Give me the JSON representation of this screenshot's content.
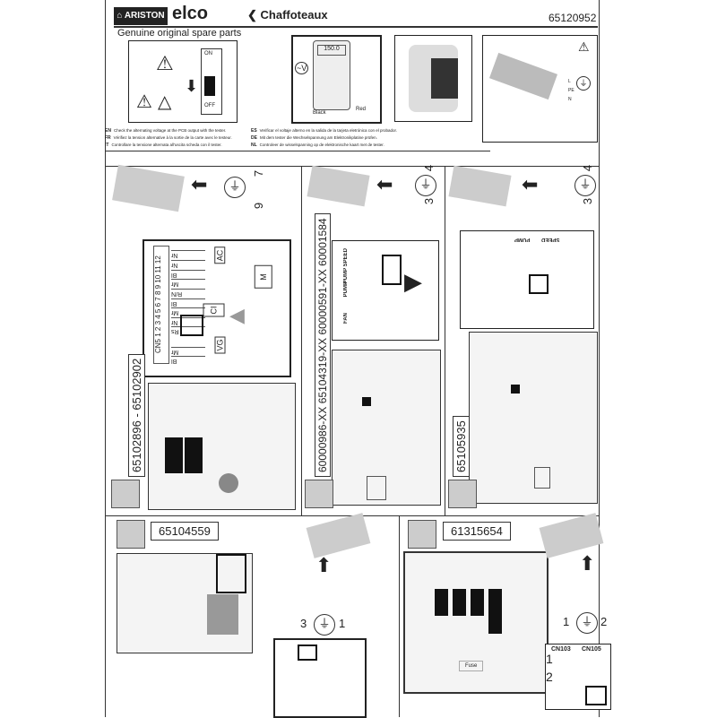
{
  "header": {
    "brand_ariston": "ARISTON",
    "brand_elco": "elco",
    "brand_chaffoteaux": "Chaffoteaux",
    "part_number": "65120952",
    "subtitle": "Genuine original spare parts"
  },
  "switch": {
    "on": "ON",
    "off": "OFF"
  },
  "tester": {
    "reading": "150.0",
    "black": "Black",
    "red": "Red",
    "mode": "~V"
  },
  "earth_labels": {
    "L": "L",
    "PE": "PE",
    "N": "N"
  },
  "instructions": [
    {
      "lang": "EN",
      "text": "Check the alternating voltage at the PCB output with the tester."
    },
    {
      "lang": "FR",
      "text": "Vérifiez la tension alternative à la sortie de la carte avec le testeur."
    },
    {
      "lang": "IT",
      "text": "Controllare la tensione alternata all'uscita scheda con il tester."
    },
    {
      "lang": "ES",
      "text": "Verificar el voltaje alterno en la salida de la tarjeta eletrónica con el probador."
    },
    {
      "lang": "DE",
      "text": "Mit dem tester die Wechselspannung am Elektronikplatine prüfen."
    },
    {
      "lang": "NL",
      "text": "Controleer de wisselspanning op de elektronische kaart met de tester."
    }
  ],
  "panels": [
    {
      "codes": "65102896 - 65102902",
      "pins": [
        "7",
        "9"
      ],
      "connector": "CN5",
      "pin_numbers": [
        "1",
        "2",
        "3",
        "4",
        "5",
        "6",
        "7",
        "8",
        "9",
        "10",
        "11",
        "12"
      ],
      "wires": [
        "Bl",
        "Mr",
        "Rs",
        "Nr",
        "Mr",
        "Bl",
        "R/N",
        "Mr",
        "Bl",
        "Nr",
        "Nr"
      ],
      "components": [
        "VG",
        "CI",
        "M",
        "AC"
      ]
    },
    {
      "codes": "60000986-XX 65104319-XX 60000591-XX 60001584",
      "pins": [
        "3",
        "4"
      ],
      "labels": [
        "PUMP SPEED",
        "PUMP",
        "FAN"
      ]
    },
    {
      "codes": "65105935",
      "pins": [
        "3",
        "4"
      ],
      "labels": [
        "PUMP",
        "SPEED"
      ]
    },
    {
      "codes": "65104559",
      "pins": [
        "3",
        "1"
      ]
    },
    {
      "codes": "61315654",
      "pins": [
        "1",
        "2"
      ],
      "connectors": [
        "CN103",
        "CN105"
      ],
      "cn_pins": [
        "1",
        "2"
      ],
      "fuse": "Fuse"
    }
  ]
}
